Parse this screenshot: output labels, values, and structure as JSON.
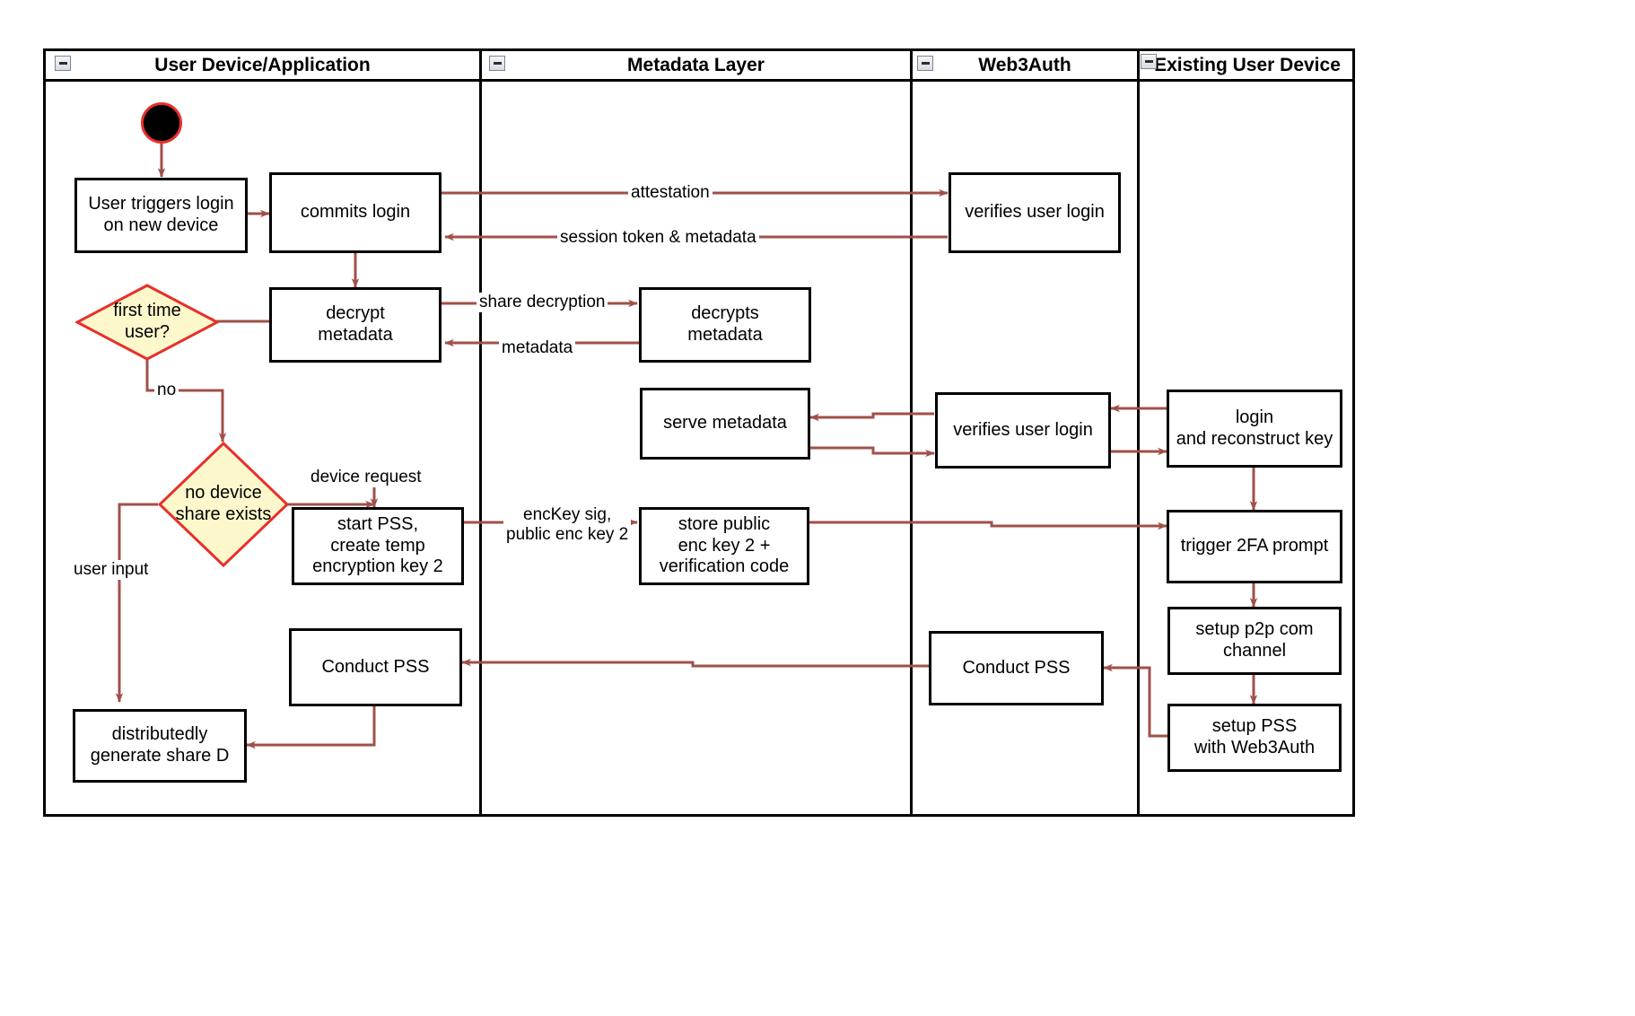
{
  "diagram": {
    "title": "Web3Auth new-device login activity diagram",
    "type": "swimlane-activity-diagram",
    "colors": {
      "arrow": "#a0504a",
      "node_border": "#000000",
      "decision_fill": "#fdf8cc",
      "decision_border": "#e8302a",
      "start_fill": "#000000",
      "start_ring": "#e8302a",
      "lane_border": "#000000",
      "background": "#ffffff"
    }
  },
  "lanes": [
    {
      "id": "user-device",
      "label": "User Device/Application",
      "collapse_icon": "collapse-minus-icon"
    },
    {
      "id": "metadata-layer",
      "label": "Metadata Layer",
      "collapse_icon": "collapse-minus-icon"
    },
    {
      "id": "web3auth",
      "label": "Web3Auth",
      "collapse_icon": "collapse-minus-icon"
    },
    {
      "id": "existing-user-device",
      "label": "Existing User Device",
      "collapse_icon": "collapse-minus-icon"
    }
  ],
  "nodes": {
    "start": {
      "shape": "initial-node",
      "label": ""
    },
    "user_triggers_login": {
      "lane": "user-device",
      "shape": "activity",
      "label": "User triggers login\non new device"
    },
    "commits_login": {
      "lane": "user-device",
      "shape": "activity",
      "label": "commits login"
    },
    "decrypt_metadata": {
      "lane": "user-device",
      "shape": "activity",
      "label": "decrypt\nmetadata"
    },
    "first_time_user": {
      "lane": "user-device",
      "shape": "decision",
      "label": "first time\nuser?"
    },
    "no_device_share_exists": {
      "lane": "user-device",
      "shape": "decision",
      "label": "no device\nshare exists"
    },
    "start_pss_create_temp_key": {
      "lane": "user-device",
      "shape": "activity",
      "label": "start PSS,\ncreate temp\nencryption key 2"
    },
    "conduct_pss_user": {
      "lane": "user-device",
      "shape": "activity",
      "label": "Conduct PSS"
    },
    "distributedly_generate_share_d": {
      "lane": "user-device",
      "shape": "activity",
      "label": "distributedly\ngenerate share D"
    },
    "decrypts_metadata": {
      "lane": "metadata-layer",
      "shape": "activity",
      "label": "decrypts\nmetadata"
    },
    "serve_metadata": {
      "lane": "metadata-layer",
      "shape": "activity",
      "label": "serve metadata"
    },
    "store_public_enc_key_2": {
      "lane": "metadata-layer",
      "shape": "activity",
      "label": "store public\nenc key 2 +\nverification code"
    },
    "verifies_user_login_top": {
      "lane": "web3auth",
      "shape": "activity",
      "label": "verifies user login"
    },
    "verifies_user_login_mid": {
      "lane": "web3auth",
      "shape": "activity",
      "label": "verifies user login"
    },
    "conduct_pss_web3auth": {
      "lane": "web3auth",
      "shape": "activity",
      "label": "Conduct PSS"
    },
    "login_and_reconstruct_key": {
      "lane": "existing-user-device",
      "shape": "activity",
      "label": "login\nand reconstruct key"
    },
    "trigger_2fa_prompt": {
      "lane": "existing-user-device",
      "shape": "activity",
      "label": "trigger 2FA prompt"
    },
    "setup_p2p_com_channel": {
      "lane": "existing-user-device",
      "shape": "activity",
      "label": "setup p2p com\nchannel"
    },
    "setup_pss_with_web3auth": {
      "lane": "existing-user-device",
      "shape": "activity",
      "label": "setup PSS\nwith Web3Auth"
    }
  },
  "edge_labels": {
    "attestation": "attestation",
    "session_token_metadata": "session token & metadata",
    "share_decryption": "share decryption",
    "metadata": "metadata",
    "no": "no",
    "device_request": "device request",
    "user_input": "user input",
    "enckey_sig_line1": "encKey sig,",
    "enckey_sig_line2": "public enc key 2"
  }
}
